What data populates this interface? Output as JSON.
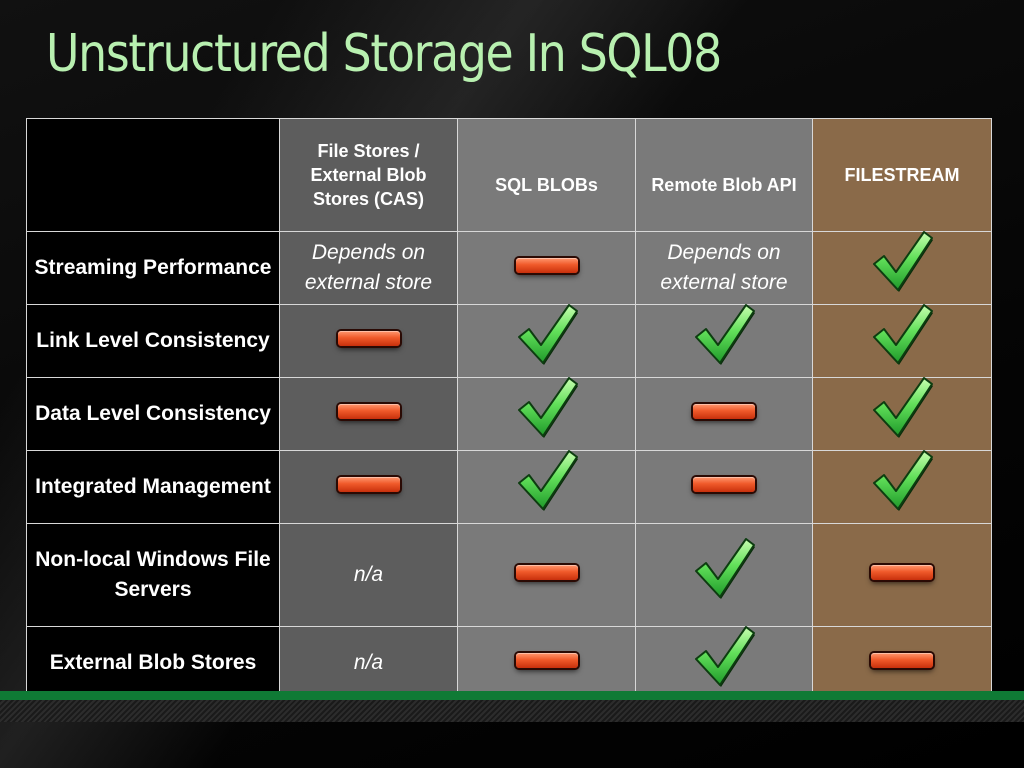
{
  "slide": {
    "title": "Unstructured Storage In SQL08"
  },
  "table": {
    "columns": [
      {
        "label": ""
      },
      {
        "label": "File Stores / External Blob Stores (CAS)"
      },
      {
        "label": "SQL BLOBs"
      },
      {
        "label": "Remote Blob API"
      },
      {
        "label": "FILESTREAM"
      }
    ],
    "rows": [
      {
        "label": "Streaming Performance",
        "cells": [
          {
            "type": "text",
            "value": "Depends on external store"
          },
          {
            "type": "icon",
            "icon": "minus-icon"
          },
          {
            "type": "text",
            "value": "Depends on external store"
          },
          {
            "type": "icon",
            "icon": "check-icon"
          }
        ]
      },
      {
        "label": "Link Level Consistency",
        "cells": [
          {
            "type": "icon",
            "icon": "minus-icon"
          },
          {
            "type": "icon",
            "icon": "check-icon"
          },
          {
            "type": "icon",
            "icon": "check-icon"
          },
          {
            "type": "icon",
            "icon": "check-icon"
          }
        ]
      },
      {
        "label": "Data Level Consistency",
        "cells": [
          {
            "type": "icon",
            "icon": "minus-icon"
          },
          {
            "type": "icon",
            "icon": "check-icon"
          },
          {
            "type": "icon",
            "icon": "minus-icon"
          },
          {
            "type": "icon",
            "icon": "check-icon"
          }
        ]
      },
      {
        "label": "Integrated Management",
        "cells": [
          {
            "type": "icon",
            "icon": "minus-icon"
          },
          {
            "type": "icon",
            "icon": "check-icon"
          },
          {
            "type": "icon",
            "icon": "minus-icon"
          },
          {
            "type": "icon",
            "icon": "check-icon"
          }
        ]
      },
      {
        "label": "Non-local Windows File Servers",
        "cells": [
          {
            "type": "text",
            "value": "n/a"
          },
          {
            "type": "icon",
            "icon": "minus-icon"
          },
          {
            "type": "icon",
            "icon": "check-icon"
          },
          {
            "type": "icon",
            "icon": "minus-icon"
          }
        ]
      },
      {
        "label": "External Blob Stores",
        "cells": [
          {
            "type": "text",
            "value": "n/a"
          },
          {
            "type": "icon",
            "icon": "minus-icon"
          },
          {
            "type": "icon",
            "icon": "check-icon"
          },
          {
            "type": "icon",
            "icon": "minus-icon"
          }
        ]
      }
    ]
  },
  "colors": {
    "title": "#b8f0b0",
    "label_column": "#000000",
    "file_stores_column": "#5d5d5d",
    "sql_blobs_column": "#7a7a7a",
    "remote_blob_column": "#7a7a7a",
    "filestream_column": "#8a6a49",
    "check": "#5ee05e",
    "minus": "#f05a2a",
    "footer_bar": "#0f7a35"
  }
}
